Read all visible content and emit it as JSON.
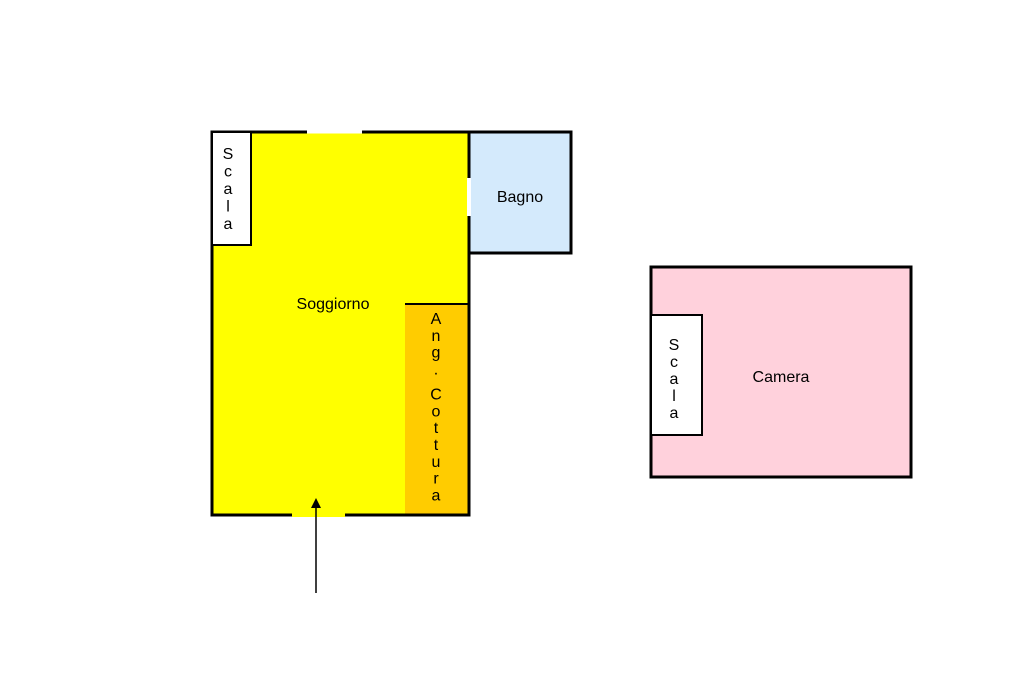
{
  "floorplan": {
    "left_unit": {
      "soggiorno": {
        "label": "Soggiorno",
        "color": "#ffff00"
      },
      "scala": {
        "label": "Scala",
        "color": "#ffffff"
      },
      "bagno": {
        "label": "Bagno",
        "color": "#d4eafc"
      },
      "angolo_cottura": {
        "label": "Ang. Cottura",
        "color": "#ffcc00"
      },
      "entrance_arrow": {
        "icon": "arrow-up-icon"
      }
    },
    "right_unit": {
      "camera": {
        "label": "Camera",
        "color": "#ffd1dc"
      },
      "scala": {
        "label": "Scala",
        "color": "#ffffff"
      }
    },
    "wall_color": "#000000"
  }
}
